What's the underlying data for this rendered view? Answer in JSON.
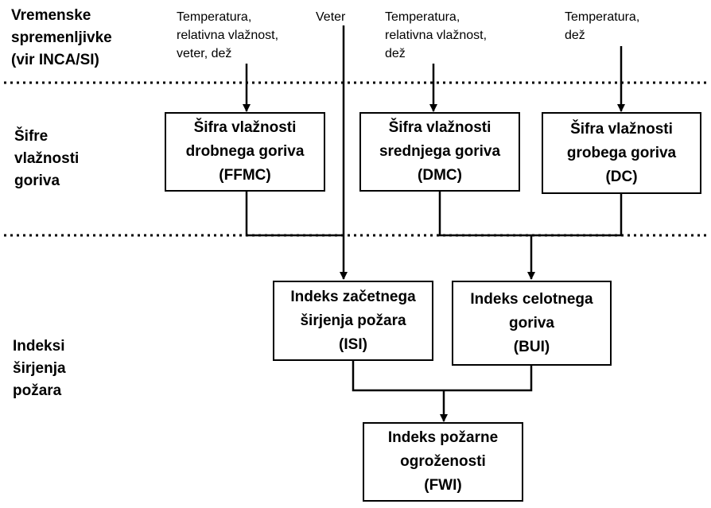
{
  "rows": {
    "weather": {
      "lines": [
        "Vremenske",
        "spremenljivke",
        "(vir INCA/SI)"
      ]
    },
    "codes": {
      "lines": [
        "Šifre",
        "vlažnosti",
        "goriva"
      ]
    },
    "indices": {
      "lines": [
        "Indeksi",
        "širjenja",
        "požara"
      ]
    }
  },
  "inputs": {
    "ffmc": {
      "lines": [
        "Temperatura,",
        "relativna vlažnost,",
        "veter, dež"
      ]
    },
    "wind": {
      "lines": [
        "Veter"
      ]
    },
    "dmc": {
      "lines": [
        "Temperatura,",
        "relativna vlažnost,",
        "dež"
      ]
    },
    "dc": {
      "lines": [
        "Temperatura,",
        "dež"
      ]
    }
  },
  "boxes": {
    "ffmc": {
      "lines": [
        "Šifra vlažnosti",
        "drobnega goriva",
        "(FFMC)"
      ]
    },
    "dmc": {
      "lines": [
        "Šifra vlažnosti",
        "srednjega goriva",
        "(DMC)"
      ]
    },
    "dc": {
      "lines": [
        "Šifra vlažnosti",
        "grobega goriva",
        "(DC)"
      ]
    },
    "isi": {
      "lines": [
        "Indeks začetnega",
        "širjenja požara",
        "(ISI)"
      ]
    },
    "bui": {
      "lines": [
        "Indeks celotnega",
        "goriva",
        "(BUI)"
      ]
    },
    "fwi": {
      "lines": [
        "Indeks požarne",
        "ogroženosti",
        "(FWI)"
      ]
    }
  }
}
